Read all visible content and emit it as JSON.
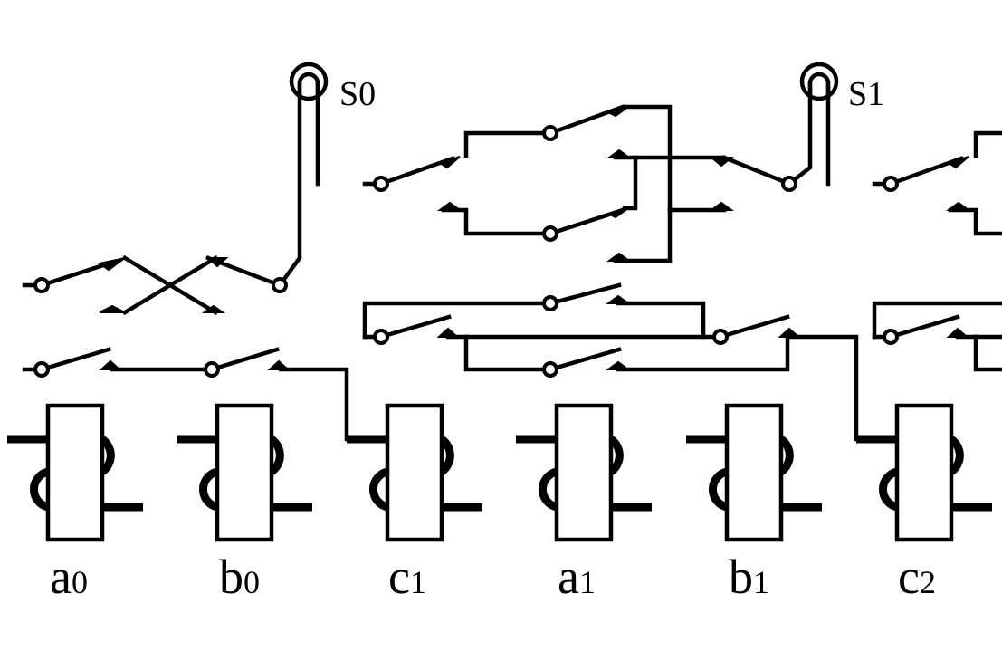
{
  "sum_outputs": [
    {
      "main": "S",
      "index": "0"
    },
    {
      "main": "S",
      "index": "1"
    }
  ],
  "relays": [
    {
      "main": "a",
      "index": "0"
    },
    {
      "main": "b",
      "index": "0"
    },
    {
      "main": "c",
      "index": "1"
    },
    {
      "main": "a",
      "index": "1"
    },
    {
      "main": "b",
      "index": "1"
    },
    {
      "main": "c",
      "index": "2"
    }
  ],
  "colors": {
    "line": "#000000",
    "background": "#ffffff"
  }
}
